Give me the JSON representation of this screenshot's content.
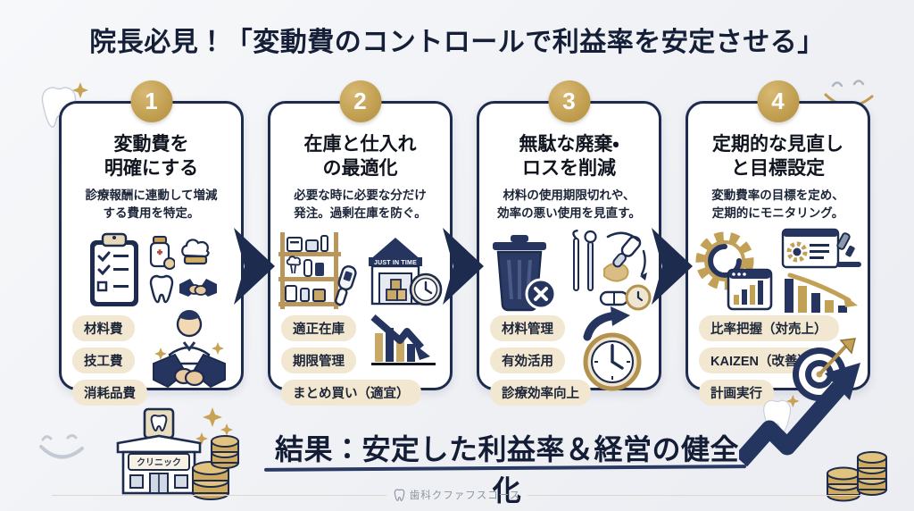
{
  "title": "院長必見！「変動費のコントロールで利益率を安定させる」",
  "colors": {
    "navy": "#1d2b4e",
    "gold": "#bd9a4b",
    "cream": "#f2e7d0",
    "background": "#eff1f5"
  },
  "cards": [
    {
      "number": "1",
      "title": "変動費を\n明確にする",
      "description": "診療報酬に連動して増減\nする費用を特定。",
      "tags": [
        "材料費",
        "技工費",
        "消耗品費"
      ],
      "icons": [
        "checklist-clipboard-icon",
        "medicine-bottle-icon",
        "tooth-crown-icon",
        "tooth-icon",
        "handshake-icon",
        "doctor-handshake-icon"
      ]
    },
    {
      "number": "2",
      "title": "在庫と仕入れ\nの最適化",
      "description": "必要な時に必要な分だけ\n発注。過剰在庫を防ぐ。",
      "warehouse_label": "JUST IN TIME",
      "tags": [
        "適正在庫",
        "期限管理",
        "まとめ買い（適宜）"
      ],
      "icons": [
        "stock-shelf-icon",
        "barcode-scanner-icon",
        "warehouse-icon",
        "clock-icon",
        "declining-chart-icon"
      ]
    },
    {
      "number": "3",
      "title": "無駄な廃棄・\nロスを削減",
      "description": "材料の使用期限切れや、\n効率の悪い使用を見直す。",
      "tags": [
        "材料管理",
        "有効活用",
        "診療効率向上"
      ],
      "icons": [
        "trash-bin-icon",
        "dental-tools-icon",
        "expiry-clock-icon",
        "clock-refresh-icon"
      ]
    },
    {
      "number": "4",
      "title": "定期的な見直し\nと目標設定",
      "description": "変動費率の目標を定め、\n定期的にモニタリング。",
      "tags": [
        "比率把握（対売上）",
        "KAIZEN（改善）",
        "計画実行"
      ],
      "icons": [
        "gear-chart-icon",
        "monitoring-window-icon",
        "microscope-icon",
        "declining-bars-icon",
        "target-dart-icon"
      ]
    }
  ],
  "result": {
    "text": "結果：安定した利益率＆経営の健全化",
    "clinic_sign": "クリニック"
  },
  "footer": {
    "brand": "歯科クファフスコース"
  },
  "decorations": [
    "tooth-sparkle-top-left",
    "smiley-top-right",
    "smile-bottom-left",
    "clinic-coins-illustration",
    "tooth-bottom-center-right",
    "growth-arrow-bottom-right",
    "coins-bottom-right"
  ]
}
